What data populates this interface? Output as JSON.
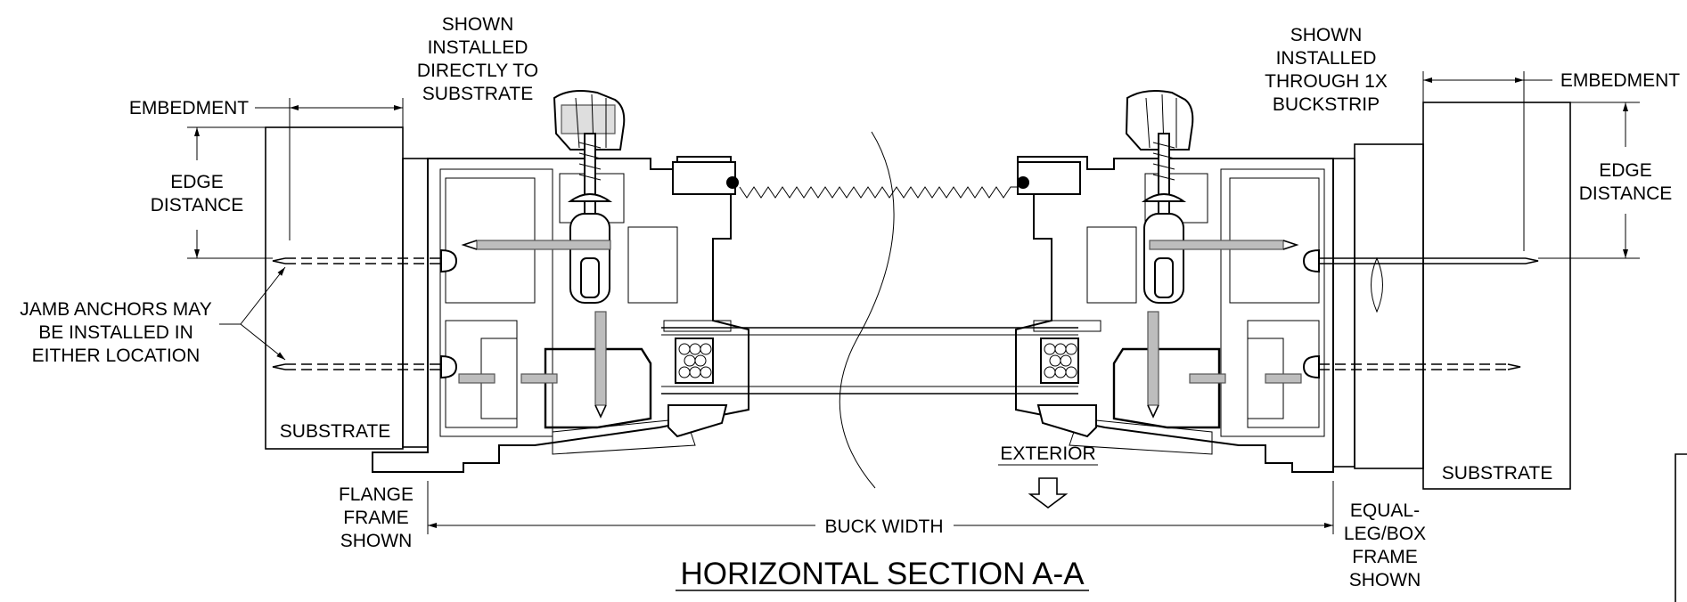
{
  "labels": {
    "shown_direct": [
      "SHOWN",
      "INSTALLED",
      "DIRECTLY TO",
      "SUBSTRATE"
    ],
    "shown_buckstrip": [
      "SHOWN",
      "INSTALLED",
      "THROUGH 1X",
      "BUCKSTRIP"
    ],
    "embedment_left": "EMBEDMENT",
    "embedment_right": "EMBEDMENT",
    "edge_distance_left": [
      "EDGE",
      "DISTANCE"
    ],
    "edge_distance_right": [
      "EDGE",
      "DISTANCE"
    ],
    "jamb_anchors": [
      "JAMB ANCHORS MAY",
      "BE INSTALLED IN",
      "EITHER LOCATION"
    ],
    "substrate_left": "SUBSTRATE",
    "substrate_right": "SUBSTRATE",
    "flange_frame": [
      "FLANGE",
      "FRAME",
      "SHOWN"
    ],
    "buck_width": "BUCK WIDTH",
    "exterior": "EXTERIOR",
    "equal_leg": [
      "EQUAL-",
      "LEG/BOX",
      "FRAME",
      "SHOWN"
    ],
    "title": "HORIZONTAL SECTION A-A"
  }
}
